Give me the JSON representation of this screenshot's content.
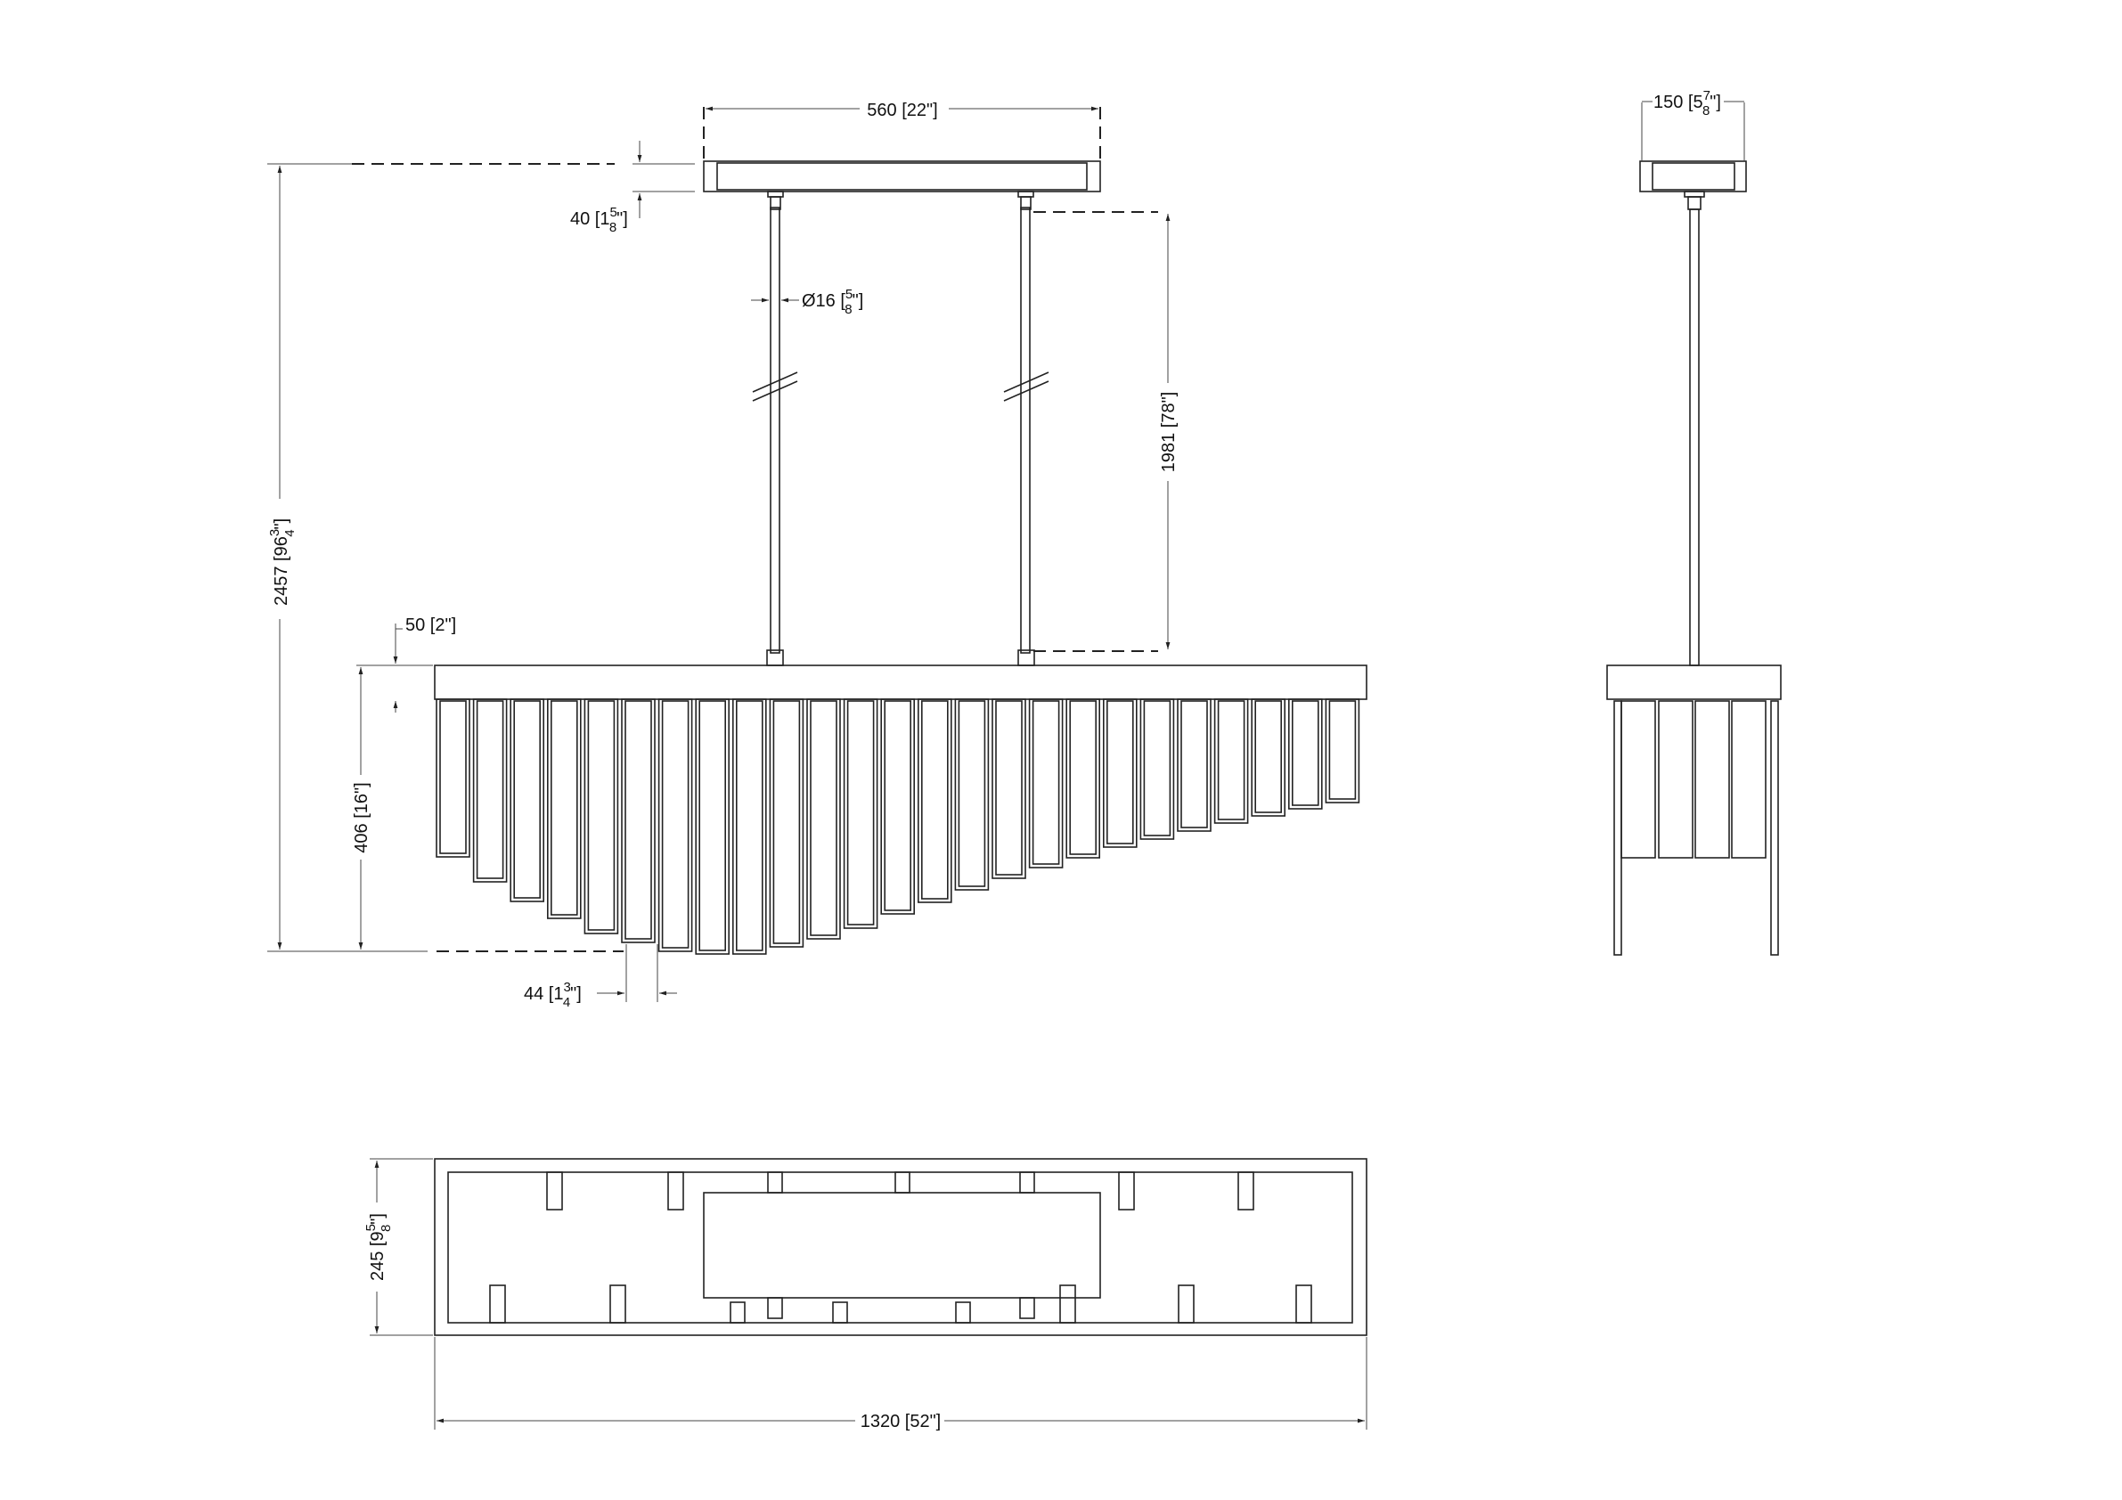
{
  "dimensions": {
    "canopy_width": {
      "main": "560 [22\"]"
    },
    "canopy_height": {
      "main": "40 [1",
      "num": "5",
      "den": "8",
      "tail": "\"]"
    },
    "rod_diameter": {
      "main": "Ø16 [",
      "num": "5",
      "den": "8",
      "tail": "\"]"
    },
    "cable_length": {
      "main": "1981 [78\"]"
    },
    "overall_height": {
      "main": "2457 [96",
      "num": "3",
      "den": "4",
      "tail": "\"]"
    },
    "body_top": {
      "main": "50 [2\"]"
    },
    "body_height": {
      "main": "406 [16\"]"
    },
    "crystal_width": {
      "main": "44 [1",
      "num": "3",
      "den": "4",
      "tail": "\"]"
    },
    "side_width": {
      "main": "150 [5",
      "num": "7",
      "den": "8",
      "tail": "\"]"
    },
    "depth": {
      "main": "245 [9",
      "num": "5",
      "den": "8",
      "tail": "\"]"
    },
    "length": {
      "main": "1320 [52\"]"
    }
  },
  "colors": {
    "line": "#222222",
    "background": "#ffffff"
  }
}
